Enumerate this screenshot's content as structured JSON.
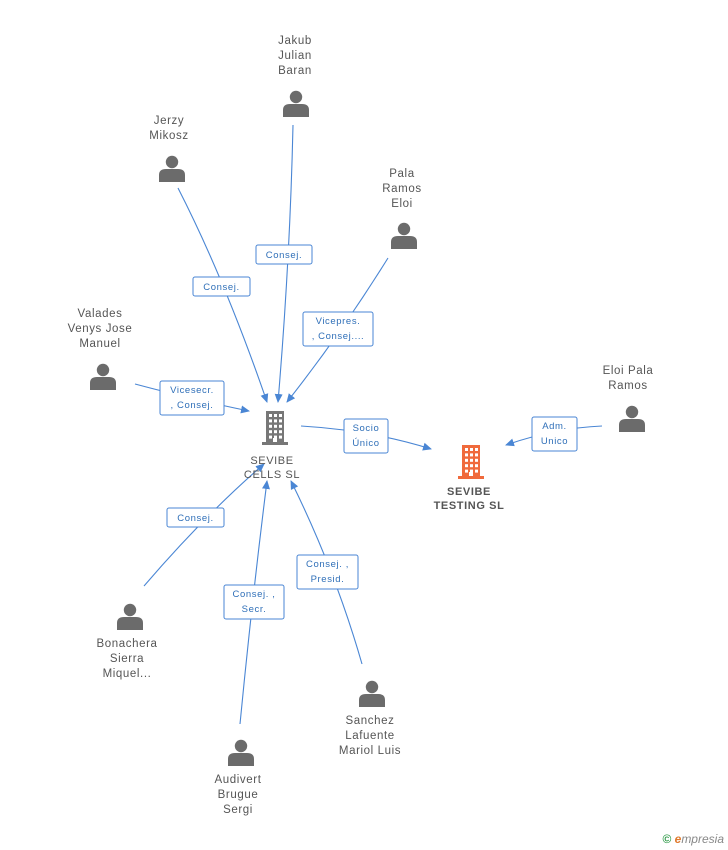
{
  "colors": {
    "edge": "#4a86d4",
    "company_main": "#777777",
    "company_highlight": "#f06a3c",
    "person": "#6b6b6b"
  },
  "companies": [
    {
      "id": "cells",
      "lines": [
        "SEVIBE",
        "CELLS SL"
      ],
      "highlight": false
    },
    {
      "id": "testing",
      "lines": [
        "SEVIBE",
        "TESTING SL"
      ],
      "highlight": true
    }
  ],
  "persons": [
    {
      "id": "jakub",
      "lines": [
        "Jakub",
        "Julian",
        "Baran"
      ]
    },
    {
      "id": "jerzy",
      "lines": [
        "Jerzy",
        "Mikosz"
      ]
    },
    {
      "id": "pala",
      "lines": [
        "Pala",
        "Ramos",
        "Eloi"
      ]
    },
    {
      "id": "valades",
      "lines": [
        "Valades",
        "Venys Jose",
        "Manuel"
      ]
    },
    {
      "id": "eloi",
      "lines": [
        "Eloi Pala",
        "Ramos"
      ]
    },
    {
      "id": "bonachera",
      "lines": [
        "Bonachera",
        "Sierra",
        "Miquel..."
      ]
    },
    {
      "id": "audivert",
      "lines": [
        "Audivert",
        "Brugue",
        "Sergi"
      ]
    },
    {
      "id": "sanchez",
      "lines": [
        "Sanchez",
        "Lafuente",
        "Mariol Luis"
      ]
    }
  ],
  "edges": [
    {
      "from": "jakub",
      "to": "cells",
      "label": [
        "Consej."
      ]
    },
    {
      "from": "jerzy",
      "to": "cells",
      "label": [
        "Consej."
      ]
    },
    {
      "from": "pala",
      "to": "cells",
      "label": [
        "Vicepres.",
        ", Consej...."
      ]
    },
    {
      "from": "valades",
      "to": "cells",
      "label": [
        "Vicesecr.",
        ", Consej."
      ]
    },
    {
      "from": "cells",
      "to": "testing",
      "label": [
        "Socio",
        "Único"
      ]
    },
    {
      "from": "eloi",
      "to": "testing",
      "label": [
        "Adm.",
        "Unico"
      ]
    },
    {
      "from": "bonachera",
      "to": "cells",
      "label": [
        "Consej."
      ]
    },
    {
      "from": "audivert",
      "to": "cells",
      "label": [
        "Consej. ,",
        "Secr."
      ]
    },
    {
      "from": "sanchez",
      "to": "cells",
      "label": [
        "Consej. ,",
        "Presid."
      ]
    }
  ],
  "watermark": {
    "copyright": "©",
    "brand_initial": "e",
    "brand_rest": "mpresia"
  }
}
